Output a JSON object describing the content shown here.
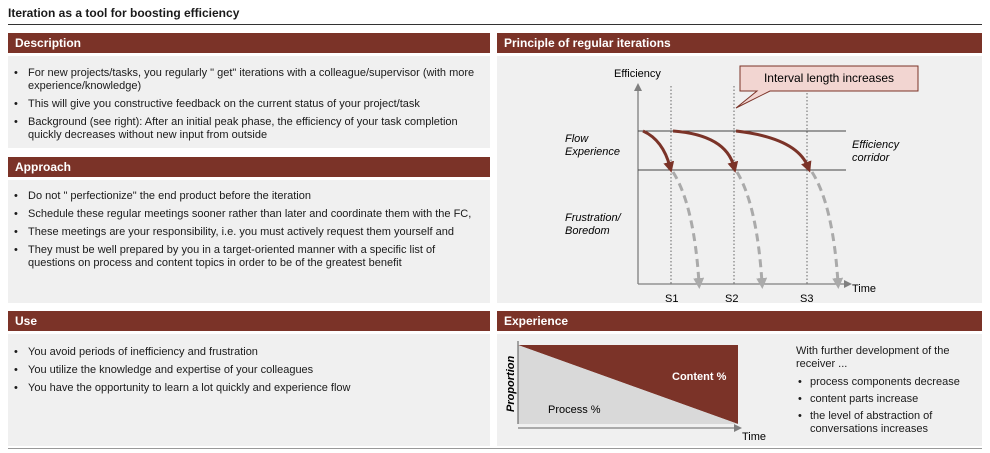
{
  "title": "Iteration as a tool for boosting efficiency",
  "colors": {
    "header": "#7b3328",
    "arrow": "#7b3328",
    "dash_arrow": "#aaaaaa",
    "panel": "#f0f0f0",
    "callout": "#f2d5d1"
  },
  "description": {
    "header": "Description",
    "items": [
      "For new projects/tasks, you regularly \" get\" iterations with a colleague/supervisor (with more experience/knowledge)",
      "This will give you constructive feedback on the current status of your project/task",
      "Background (see right): After an initial peak phase, the efficiency of your task completion quickly decreases without new input from outside"
    ]
  },
  "approach": {
    "header": "Approach",
    "items": [
      "Do not \" perfectionize\" the end product before the iteration",
      "Schedule these regular meetings sooner rather than later and coordinate them with the FC,",
      "These meetings are your responsibility, i.e. you must actively request them yourself and",
      "They must be well prepared by you in a target-oriented manner with a specific list of questions on process and content topics in order to be of the greatest benefit"
    ]
  },
  "use": {
    "header": "Use",
    "items": [
      "You avoid periods of inefficiency and frustration",
      "You utilize the knowledge and expertise of your colleagues",
      "You have the opportunity to learn a lot quickly and experience flow"
    ]
  },
  "principle": {
    "header": "Principle of regular iterations",
    "y_label": "Efficiency",
    "x_label": "Time",
    "callout": "Interval length increases",
    "flow_label_1": "Flow",
    "flow_label_2": "Experience",
    "frustration_label_1": "Frustration/",
    "frustration_label_2": "Boredom",
    "corridor_label_1": "Efficiency",
    "corridor_label_2": "corridor",
    "ticks": [
      "S1",
      "S2",
      "S3"
    ]
  },
  "experience": {
    "header": "Experience",
    "y_label": "Proportion",
    "x_label": "Time",
    "content_label": "Content %",
    "process_label": "Process %",
    "intro": "With further development of the receiver ...",
    "items": [
      "process components decrease",
      "content parts increase",
      "the level of abstraction of conversations increases"
    ]
  }
}
